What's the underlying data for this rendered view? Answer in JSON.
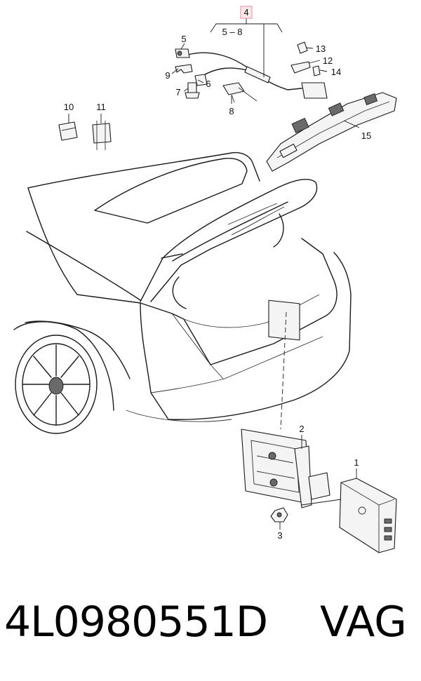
{
  "callouts": {
    "c1": "1",
    "c2": "2",
    "c3": "3",
    "c4": "4",
    "c5": "5",
    "c5_8": "5 – 8",
    "c6": "6",
    "c7": "7",
    "c8": "8",
    "c9": "9",
    "c10": "10",
    "c11": "11",
    "c12": "12",
    "c13": "13",
    "c14": "14",
    "c15": "15"
  },
  "colors": {
    "highlight_box": "#e8a0b0",
    "highlight_fill": "#fbe6ea"
  },
  "footer": {
    "part_number": "4L0980551D",
    "brand": "VAG"
  }
}
